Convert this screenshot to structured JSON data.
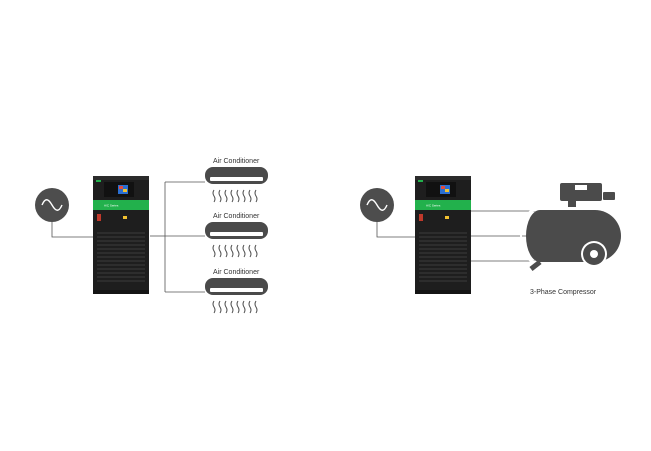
{
  "left_diagram": {
    "ac_labels": [
      "Air Conditioner",
      "Air Conditioner",
      "Air Conditioner"
    ],
    "cabinet_panel_text": "A/C Series"
  },
  "right_diagram": {
    "compressor_label": "3-Phase Compressor",
    "cabinet_panel_text": "A/C Series"
  },
  "colors": {
    "cabinet": "#1e1e1e",
    "cabinet_dark": "#141414",
    "accent_green": "#22b14c",
    "line": "#4a4a4a",
    "source_circle": "#4d4d4d",
    "compressor": "#4b4b4b",
    "ac_unit": "#4a4a4a"
  }
}
